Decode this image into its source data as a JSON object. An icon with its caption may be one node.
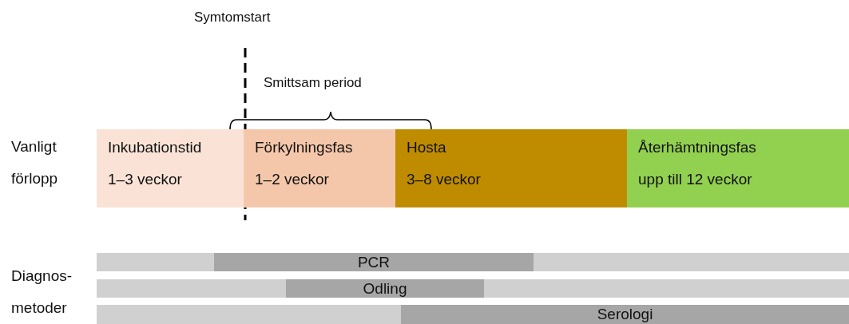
{
  "diagram": {
    "nodes": [
      {
        "text": [
          "Inkubationstid",
          "1–3 veckor"
        ]
      },
      {
        "text": [
          "Förkylningsfas",
          "1–2 veckor"
        ]
      },
      {
        "text": [
          "Hosta",
          "3–8 veckor"
        ]
      },
      {
        "text": [
          "Återhämtningsfas",
          "upp till 12 veckor"
        ]
      },
      {
        "text": [
          "PCR"
        ]
      },
      {
        "text": [
          "Odling"
        ]
      },
      {
        "text": [
          "Serologi"
        ]
      }
    ],
    "edges": [],
    "labels": [
      "Symtomstart",
      "Smittsam period",
      "Vanligt förlopp",
      "Diagnos- metoder"
    ]
  }
}
